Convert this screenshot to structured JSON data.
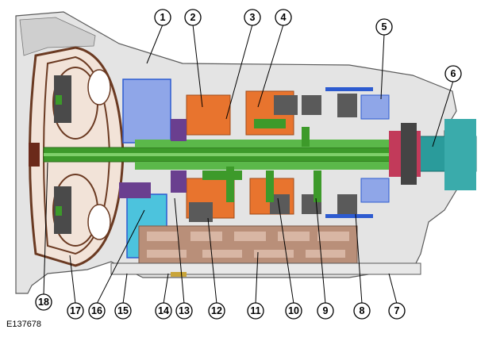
{
  "figure_ref": "E137678",
  "callouts": [
    "1",
    "2",
    "3",
    "4",
    "5",
    "6",
    "7",
    "8",
    "9",
    "10",
    "11",
    "12",
    "13",
    "14",
    "15",
    "16",
    "17",
    "18"
  ],
  "colors": {
    "housing": "#dcdcdc",
    "housing_line": "#5a5a5a",
    "shaft_green": "#3d9a2a",
    "clutch_orange": "#e8742e",
    "torque_converter_brown": "#6b3a22",
    "valve_body_tan": "#b98f79",
    "pump_cyan": "#4cc3dd",
    "output_teal": "#2a9b9b",
    "blue_parts": "#2d5bd0",
    "purple_parts": "#6a3f8f"
  },
  "icons": [
    "transmission-cutaway-diagram"
  ]
}
